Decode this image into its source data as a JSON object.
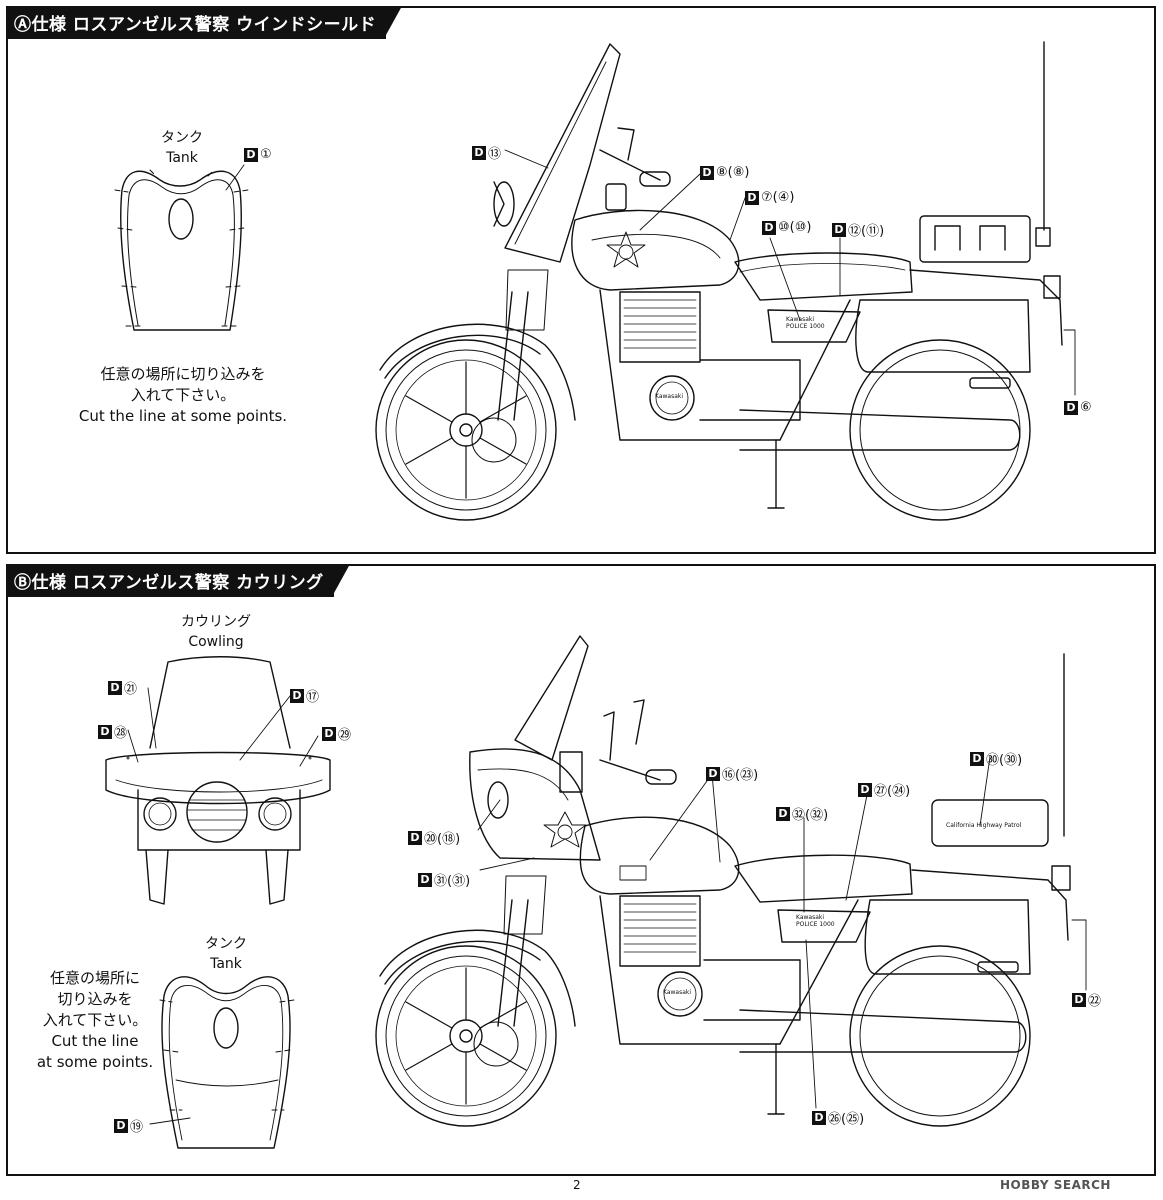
{
  "section_a": {
    "title": "Ⓐ仕様 ロスアンゼルス警察 ウインドシールド",
    "tank_label_jp": "タンク",
    "tank_label_en": "Tank",
    "note_jp_1": "任意の場所に切り込みを",
    "note_jp_2": "入れて下さい。",
    "note_en": "Cut the line at some points.",
    "callouts": {
      "c1": {
        "box": "D",
        "num": "①"
      },
      "c13": {
        "box": "D",
        "num": "⑬"
      },
      "c8": {
        "box": "D",
        "num": "⑧(⑧)"
      },
      "c7": {
        "box": "D",
        "num": "⑦(④)"
      },
      "c10": {
        "box": "D",
        "num": "⑩(⑩)"
      },
      "c12": {
        "box": "D",
        "num": "⑫(⑪)"
      },
      "c6": {
        "box": "D",
        "num": "⑥"
      }
    },
    "side_panel_text_1": "Kawasaki",
    "side_panel_text_2": "POLICE 1000",
    "engine_badge": "Kawasaki"
  },
  "section_b": {
    "title": "Ⓑ仕様 ロスアンゼルス警察 カウリング",
    "cowling_label_jp": "カウリング",
    "cowling_label_en": "Cowling",
    "tank_label_jp": "タンク",
    "tank_label_en": "Tank",
    "note_jp_1": "任意の場所に",
    "note_jp_2": "切り込みを",
    "note_jp_3": "入れて下さい。",
    "note_en_1": "Cut the line",
    "note_en_2": "at some points.",
    "callouts": {
      "c21": {
        "box": "D",
        "num": "㉑"
      },
      "c17": {
        "box": "D",
        "num": "⑰"
      },
      "c28": {
        "box": "D",
        "num": "㉘"
      },
      "c29": {
        "box": "D",
        "num": "㉙"
      },
      "c19": {
        "box": "D",
        "num": "⑲"
      },
      "c16": {
        "box": "D",
        "num": "⑯(㉓)"
      },
      "c30": {
        "box": "D",
        "num": "㉚(㉚)"
      },
      "c27": {
        "box": "D",
        "num": "㉗(㉔)"
      },
      "c32": {
        "box": "D",
        "num": "㉜(㉜)"
      },
      "c20": {
        "box": "D",
        "num": "⑳(⑱)"
      },
      "c31": {
        "box": "D",
        "num": "㉛(㉛)"
      },
      "c22": {
        "box": "D",
        "num": "㉒"
      },
      "c26": {
        "box": "D",
        "num": "㉖(㉕)"
      }
    },
    "trunk_text": "California Highway Patrol",
    "side_panel_text_1": "Kawasaki",
    "side_panel_text_2": "POLICE 1000",
    "engine_badge": "Kawasaki"
  },
  "footer": {
    "page_number": "2",
    "watermark": "HOBBY SEARCH"
  }
}
